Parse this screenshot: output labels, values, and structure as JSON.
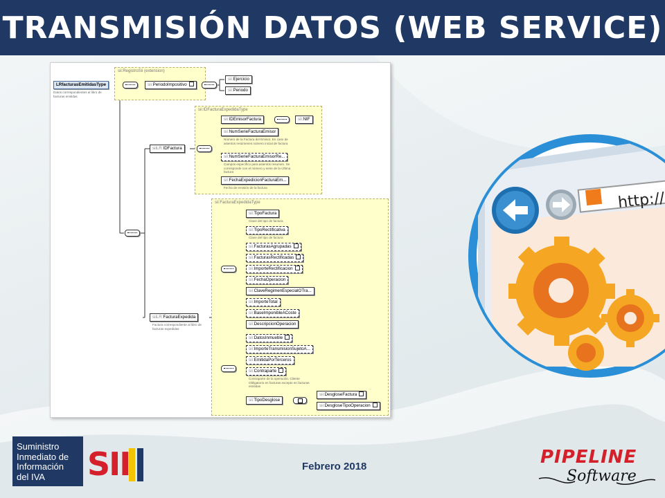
{
  "header": {
    "title": "TRANSMISIÓN DATOS (WEB SERVICE)"
  },
  "diagram": {
    "root": {
      "name": "LRfacturasEmitidasType",
      "desc": "Datos correspondientes al libro de facturas emitidas"
    },
    "group_registro": {
      "title": "sii:RegistroSii (extension)",
      "periodo": {
        "prefix": "sii:",
        "name": "PeriodoImpositivo"
      },
      "ejercicio": {
        "prefix": "sii:",
        "name": "Ejercicio"
      },
      "periodo_child": {
        "prefix": "sii:",
        "name": "Periodo"
      }
    },
    "group_idfactura": {
      "title": "sii:IDFacturaExpedidaType",
      "idfactura": {
        "prefix": "siiLR:",
        "name": "IDFactura"
      },
      "emisor": {
        "prefix": "sii:",
        "name": "IDEmisorFactura"
      },
      "nif": {
        "prefix": "sii:",
        "name": "NIF"
      },
      "numserie": {
        "prefix": "sii:",
        "name": "NumSerieFacturaEmisor",
        "desc": "Número de la Factura del Emisor. En caso de asientos resúmenes número inicial de factura"
      },
      "numserie_res": {
        "prefix": "sii:",
        "name": "NumSerieFacturaEmisorRe...",
        "desc": "Campos específico para asientos resumen. Se corresponde con el número y serie de la Última factura"
      },
      "fecha": {
        "prefix": "sii:",
        "name": "FechaExpedicionFacturaEm...",
        "desc": "Fecha de emisión de la factura"
      }
    },
    "group_factura": {
      "title": "sii:FacturaExpedidaType",
      "factura": {
        "prefix": "siiLR:",
        "name": "FacturaExpedida",
        "desc": "Factura correspondiente al libro de facturas expedidas"
      },
      "items": [
        {
          "prefix": "sii:",
          "name": "TipoFactura",
          "desc": "Clave del tipo de factura",
          "opt": false,
          "plus": false
        },
        {
          "prefix": "sii:",
          "name": "TipoRectificativa",
          "desc": "Clave del tipo de factura",
          "opt": true,
          "plus": false
        },
        {
          "prefix": "sii:",
          "name": "FacturasAgrupadas",
          "desc": "",
          "opt": true,
          "plus": true
        },
        {
          "prefix": "sii:",
          "name": "FacturasRectificadas",
          "desc": "",
          "opt": true,
          "plus": true
        },
        {
          "prefix": "sii:",
          "name": "ImporteRectificacion",
          "desc": "",
          "opt": true,
          "plus": true
        },
        {
          "prefix": "sii:",
          "name": "FechaOperacion",
          "desc": "",
          "opt": true,
          "plus": false
        },
        {
          "prefix": "sii:",
          "name": "ClaveRegimenEspecialOTra...",
          "desc": "",
          "opt": false,
          "plus": false
        },
        {
          "prefix": "sii:",
          "name": "ImporteTotal",
          "desc": "",
          "opt": true,
          "plus": false
        },
        {
          "prefix": "sii:",
          "name": "BaseImponibleACoste",
          "desc": "",
          "opt": true,
          "plus": false
        },
        {
          "prefix": "sii:",
          "name": "DescripcionOperacion",
          "desc": "",
          "opt": false,
          "plus": false
        }
      ],
      "items2": [
        {
          "prefix": "sii:",
          "name": "DatosInmueble",
          "desc": "",
          "opt": true,
          "plus": true
        },
        {
          "prefix": "sii:",
          "name": "ImporteTransmisionSujetoA...",
          "desc": "",
          "opt": true,
          "plus": false
        },
        {
          "prefix": "sii:",
          "name": "EmitidaPorTerceros",
          "desc": "",
          "opt": true,
          "plus": false
        },
        {
          "prefix": "sii:",
          "name": "Contraparte",
          "desc": "Contraparte de la operación. Cliente Obligatorio en facturas excepto en facturas emitidas",
          "opt": true,
          "plus": true
        }
      ],
      "tipodesglose": {
        "prefix": "sii:",
        "name": "TipoDesglose"
      },
      "desglosefactura": {
        "prefix": "sii:",
        "name": "DesgloseFactura"
      },
      "desglosetipo": {
        "prefix": "sii:",
        "name": "DesgloseTipoOperacion"
      }
    }
  },
  "browser": {
    "url_text": "http://"
  },
  "footer": {
    "sii_text_lines": [
      "Suministro",
      "Inmediato de",
      "Información",
      "del IVA"
    ],
    "sii_letters": "SII",
    "date": "Febrero 2018",
    "pipeline_word": "PIPELINE",
    "software_word": "Software"
  },
  "colors": {
    "navy": "#1f3864",
    "red": "#d4202a",
    "yellow_group": "#ffffcc",
    "sii_yellow": "#f5c400"
  }
}
